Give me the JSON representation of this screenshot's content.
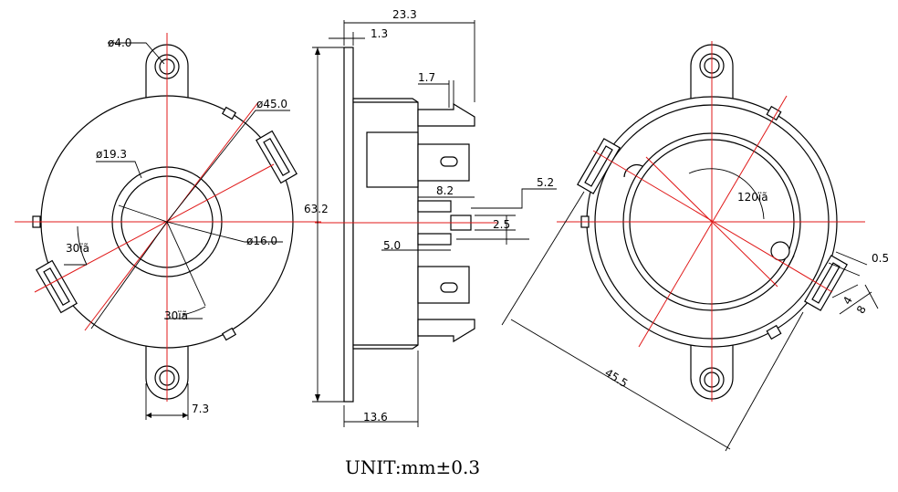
{
  "dimensions": {
    "hole_dia": "ø4.0",
    "outer_dia": "ø45.0",
    "inner_dia": "ø19.3",
    "port_dia": "ø16.0",
    "angle_left": "30ïã",
    "angle_bottom": "30ïã",
    "tab_width": "7.3",
    "overall_width": "23.3",
    "flange_thickness": "1.3",
    "pin_thickness": "1.7",
    "overall_height": "63.2",
    "pin_length_82": "8.2",
    "pin_offset": "5.2",
    "pin_pitch": "2.5",
    "pin_length_50": "5.0",
    "body_depth": "13.6",
    "angle_right": "120ïã",
    "gap": "0.5",
    "tab_dim_4": "4",
    "tab_dim_8": "8",
    "diag_dim": "45.5"
  },
  "unit_label": "UNIT:mm±0.3"
}
